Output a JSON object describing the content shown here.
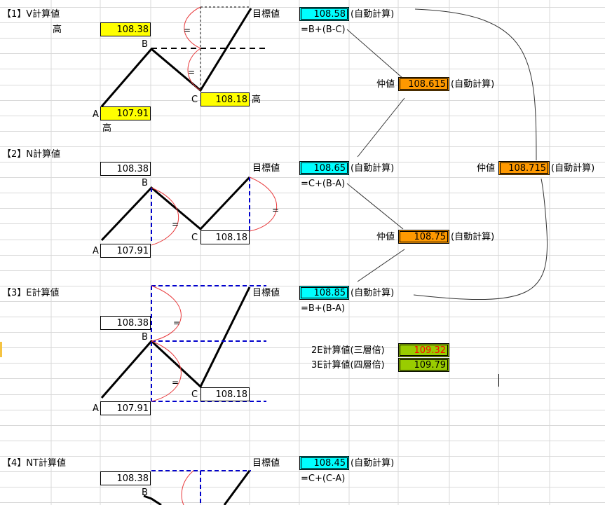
{
  "colors": {
    "yellow": "#ffff00",
    "cyan": "#00ffff",
    "orange": "#ff9900",
    "green": "#99cc00",
    "red_text": "#ff0000",
    "grid": "#d9d9d9",
    "blue_dash": "#0000cc",
    "curve": "#e8393b"
  },
  "auto_calc": "(自動計算)",
  "target_label": "目標値",
  "mid_label": "仲値",
  "equal_sign": "=",
  "sections": {
    "v": {
      "title": "【1】V計算値",
      "high_left": "高",
      "high_right": "高",
      "high_bottom": "高",
      "b_value": "108.38",
      "a_value": "107.91",
      "c_value": "108.18",
      "target": "108.58",
      "formula": "=B+(B-C)",
      "label_a": "A",
      "label_b": "B",
      "label_c": "C"
    },
    "n": {
      "title": "【2】N計算値",
      "b_value": "108.38",
      "a_value": "107.91",
      "c_value": "108.18",
      "target": "108.65",
      "formula": "=C+(B-A)",
      "label_a": "A",
      "label_b": "B",
      "label_c": "C"
    },
    "e": {
      "title": "【3】E計算値",
      "b_value": "108.38",
      "a_value": "107.91",
      "c_value": "108.18",
      "target": "108.85",
      "formula": "=B+(B-A)",
      "label_a": "A",
      "label_b": "B",
      "label_c": "C",
      "e2_label": "2E計算値(三層倍)",
      "e2_value": "109.32",
      "e3_label": "3E計算値(四層倍)",
      "e3_value": "109.79"
    },
    "nt": {
      "title": "【4】NT計算値",
      "b_value": "108.38",
      "target": "108.45",
      "formula": "=C+(C-A)",
      "label_b": "B"
    }
  },
  "mids": {
    "mid1": "108.615",
    "mid2": "108.75",
    "mid3": "108.715"
  }
}
